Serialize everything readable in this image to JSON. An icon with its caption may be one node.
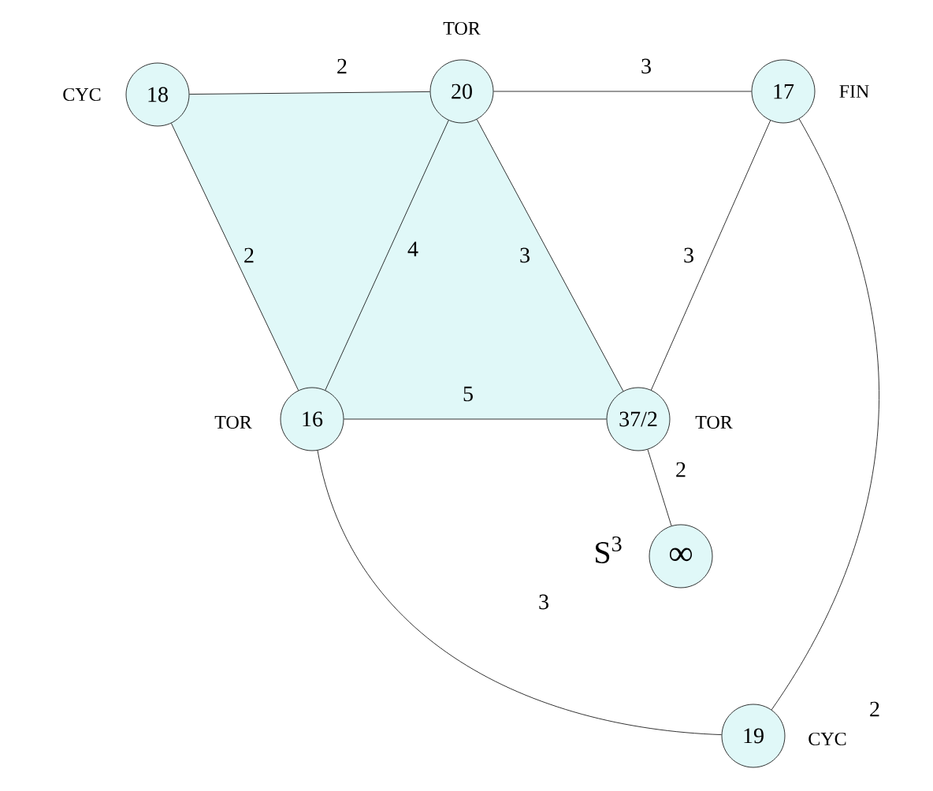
{
  "diagram": {
    "nodes": [
      {
        "text": [
          "18"
        ],
        "beside": [
          "CYC"
        ]
      },
      {
        "text": [
          "20"
        ],
        "beside": [
          "TOR"
        ]
      },
      {
        "text": [
          "17"
        ],
        "beside": [
          "FIN"
        ]
      },
      {
        "text": [
          "16"
        ],
        "beside": [
          "TOR"
        ]
      },
      {
        "text": [
          "37/2"
        ],
        "beside": [
          "TOR"
        ]
      },
      {
        "text": [
          "∞"
        ],
        "beside": [
          "S$^{3}$"
        ]
      },
      {
        "text": [
          "19"
        ],
        "beside": [
          "CYC"
        ]
      }
    ],
    "edges": [
      {
        "from": 0,
        "to": 1,
        "arrow": "none",
        "label": "2"
      },
      {
        "from": 1,
        "to": 2,
        "arrow": "none",
        "label": "3"
      },
      {
        "from": 0,
        "to": 3,
        "arrow": "none",
        "label": "2"
      },
      {
        "from": 1,
        "to": 3,
        "arrow": "none",
        "label": "4"
      },
      {
        "from": 1,
        "to": 4,
        "arrow": "none",
        "label": "3"
      },
      {
        "from": 2,
        "to": 4,
        "arrow": "none",
        "label": "3"
      },
      {
        "from": 3,
        "to": 4,
        "arrow": "none",
        "label": "5"
      },
      {
        "from": 4,
        "to": 5,
        "arrow": "none",
        "label": "2"
      },
      {
        "from": 3,
        "to": 6,
        "arrow": "none",
        "label": "3"
      },
      {
        "from": 2,
        "to": 6,
        "arrow": "none",
        "label": "2"
      }
    ]
  }
}
